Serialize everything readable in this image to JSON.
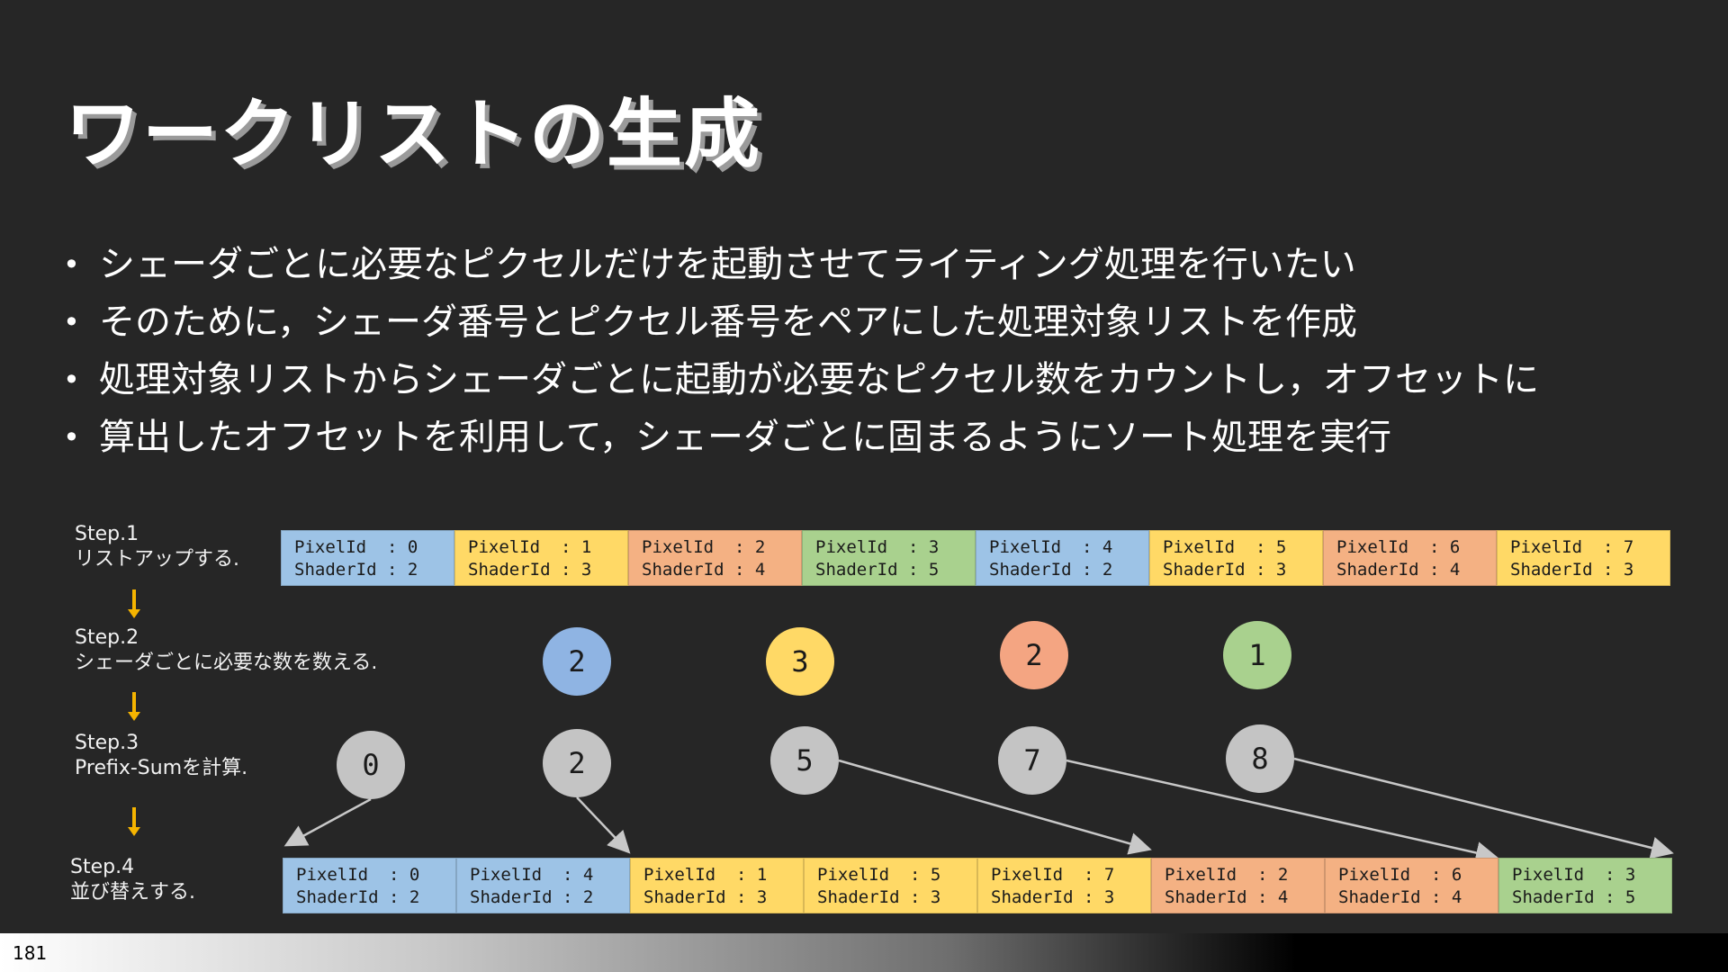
{
  "slide": {
    "title": "ワークリストの生成",
    "page_number": "181"
  },
  "bullets": [
    "シェーダごとに必要なピクセルだけを起動させてライティング処理を行いたい",
    "そのために，シェーダ番号とピクセル番号をペアにした処理対象リストを作成",
    "処理対象リストからシェーダごとに起動が必要なピクセル数をカウントし，オフセットに",
    "算出したオフセットを利用して，シェーダごとに固まるようにソート処理を実行"
  ],
  "steps": [
    {
      "line1": "Step.1",
      "line2": "リストアップする."
    },
    {
      "line1": "Step.2",
      "line2": "シェーダごとに必要な数を数える."
    },
    {
      "line1": "Step.3",
      "line2": "Prefix-Sumを計算."
    },
    {
      "line1": "Step.4",
      "line2": "並び替えする."
    }
  ],
  "list_before": [
    {
      "text": "PixelId  : 0\nShaderId : 2",
      "shader": 2
    },
    {
      "text": "PixelId  : 1\nShaderId : 3",
      "shader": 3
    },
    {
      "text": "PixelId  : 2\nShaderId : 4",
      "shader": 4
    },
    {
      "text": "PixelId  : 3\nShaderId : 5",
      "shader": 5
    },
    {
      "text": "PixelId  : 4\nShaderId : 2",
      "shader": 2
    },
    {
      "text": "PixelId  : 5\nShaderId : 3",
      "shader": 3
    },
    {
      "text": "PixelId  : 6\nShaderId : 4",
      "shader": 4
    },
    {
      "text": "PixelId  : 7\nShaderId : 3",
      "shader": 3
    }
  ],
  "counts": [
    "2",
    "3",
    "2",
    "1"
  ],
  "prefix_sums": [
    "0",
    "2",
    "5",
    "7",
    "8"
  ],
  "list_after": [
    {
      "text": "PixelId  : 0\nShaderId : 2",
      "shader": 2
    },
    {
      "text": "PixelId  : 4\nShaderId : 2",
      "shader": 2
    },
    {
      "text": "PixelId  : 1\nShaderId : 3",
      "shader": 3
    },
    {
      "text": "PixelId  : 5\nShaderId : 3",
      "shader": 3
    },
    {
      "text": "PixelId  : 7\nShaderId : 3",
      "shader": 3
    },
    {
      "text": "PixelId  : 2\nShaderId : 4",
      "shader": 4
    },
    {
      "text": "PixelId  : 6\nShaderId : 4",
      "shader": 4
    },
    {
      "text": "PixelId  : 3\nShaderId : 5",
      "shader": 5
    }
  ],
  "colors": {
    "shader2": "#9dc3e6",
    "shader3": "#ffd966",
    "shader4": "#f4b183",
    "shader5": "#a9d18e",
    "prefix": "#bfbfbf",
    "arrow": "#f5b400"
  }
}
